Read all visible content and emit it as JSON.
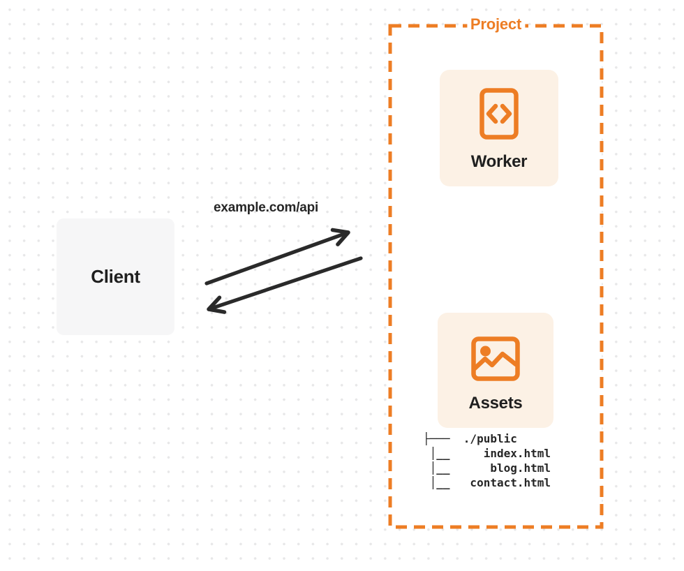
{
  "client": {
    "label": "Client"
  },
  "request": {
    "label": "example.com/api"
  },
  "project": {
    "label": "Project",
    "worker": {
      "label": "Worker",
      "icon": "code-icon"
    },
    "assets": {
      "label": "Assets",
      "icon": "image-icon",
      "file_tree": {
        "root": "./public",
        "files": [
          "index.html",
          "blog.html",
          "contact.html"
        ],
        "lines": [
          "├───  ./public",
          " │__     index.html",
          " │__      blog.html",
          " │__   contact.html"
        ]
      }
    }
  },
  "colors": {
    "accent": "#ED7D24",
    "card_bg": "#FCF1E5",
    "client_bg": "#F6F6F7",
    "ink": "#262626",
    "text": "#1F1F1F",
    "dot": "#E7E7E8",
    "background": "#FFFFFF"
  }
}
